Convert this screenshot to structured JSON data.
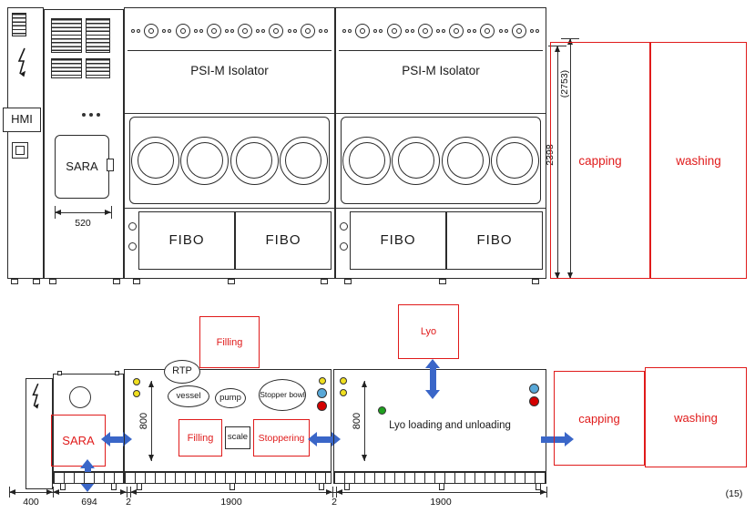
{
  "colors": {
    "red": "#e01b1b",
    "blue": "#3a66c8",
    "yellow": "#f0df1f",
    "dot_blue": "#58a8d8",
    "dot_red": "#d40000",
    "green": "#1fa01f"
  },
  "top_view": {
    "hmi": "HMI",
    "sara": "SARA",
    "sara_width": "520",
    "isolators": [
      {
        "label": "PSI-M Isolator"
      },
      {
        "label": "PSI-M Isolator"
      }
    ],
    "fibo": [
      "FIBO",
      "FIBO",
      "FIBO",
      "FIBO"
    ],
    "dim_inner": "2398",
    "dim_outer": "(2753)",
    "capping": "capping",
    "washing": "washing"
  },
  "bottom_view": {
    "sara": "SARA",
    "filling_station": "Filling",
    "lyo_station": "Lyo",
    "rtp": "RTP",
    "vessel": "vessel",
    "pump": "pump",
    "stopper_bowl": "Stopper bowl",
    "filling_area": "Filling",
    "scale": "scale",
    "stoppering_area": "Stoppering",
    "depth_left": "800",
    "depth_right": "800",
    "lyo_loading": "Lyo loading and unloading",
    "capping": "capping",
    "washing": "washing",
    "dims": {
      "d400": "400",
      "d694": "694",
      "gap1": "2",
      "d1900a": "1900",
      "gap2": "2",
      "d1900b": "1900",
      "d15": "(15)"
    }
  }
}
